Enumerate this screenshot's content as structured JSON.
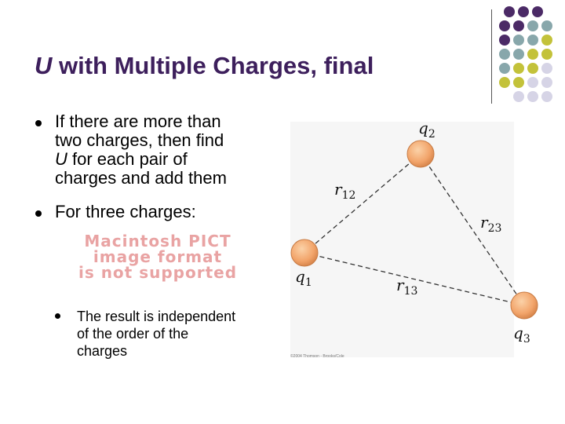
{
  "slide": {
    "title_var": "U",
    "title_rest": " with Multiple Charges, final",
    "bullet1_line1": "If there are more than",
    "bullet1_line2": "two charges, then find",
    "bullet1_line3_var": "U",
    "bullet1_line3_rest": " for each pair of",
    "bullet1_line4": "charges and add them",
    "bullet2": "For three charges:",
    "pict_line1": "Macintosh PICT",
    "pict_line2": "image format",
    "pict_line3": "is not supported",
    "sub_line1": "The result is independent",
    "sub_line2": "of the order of the",
    "sub_line3": "charges"
  },
  "figure": {
    "q1": "q",
    "q1_sub": "1",
    "q2": "q",
    "q2_sub": "2",
    "q3": "q",
    "q3_sub": "3",
    "r12": "r",
    "r12_sub": "12",
    "r13": "r",
    "r13_sub": "13",
    "r23": "r",
    "r23_sub": "23",
    "credit": "©2004 Thomson - Brooks/Cole"
  },
  "colors": {
    "title": "#3d1f5c",
    "charge": "#f2a46a",
    "dot_purple": "#4b2a66",
    "dot_teal": "#88a7ab",
    "dot_olive": "#c3c23a",
    "dot_lilac": "#d6d4e6"
  }
}
